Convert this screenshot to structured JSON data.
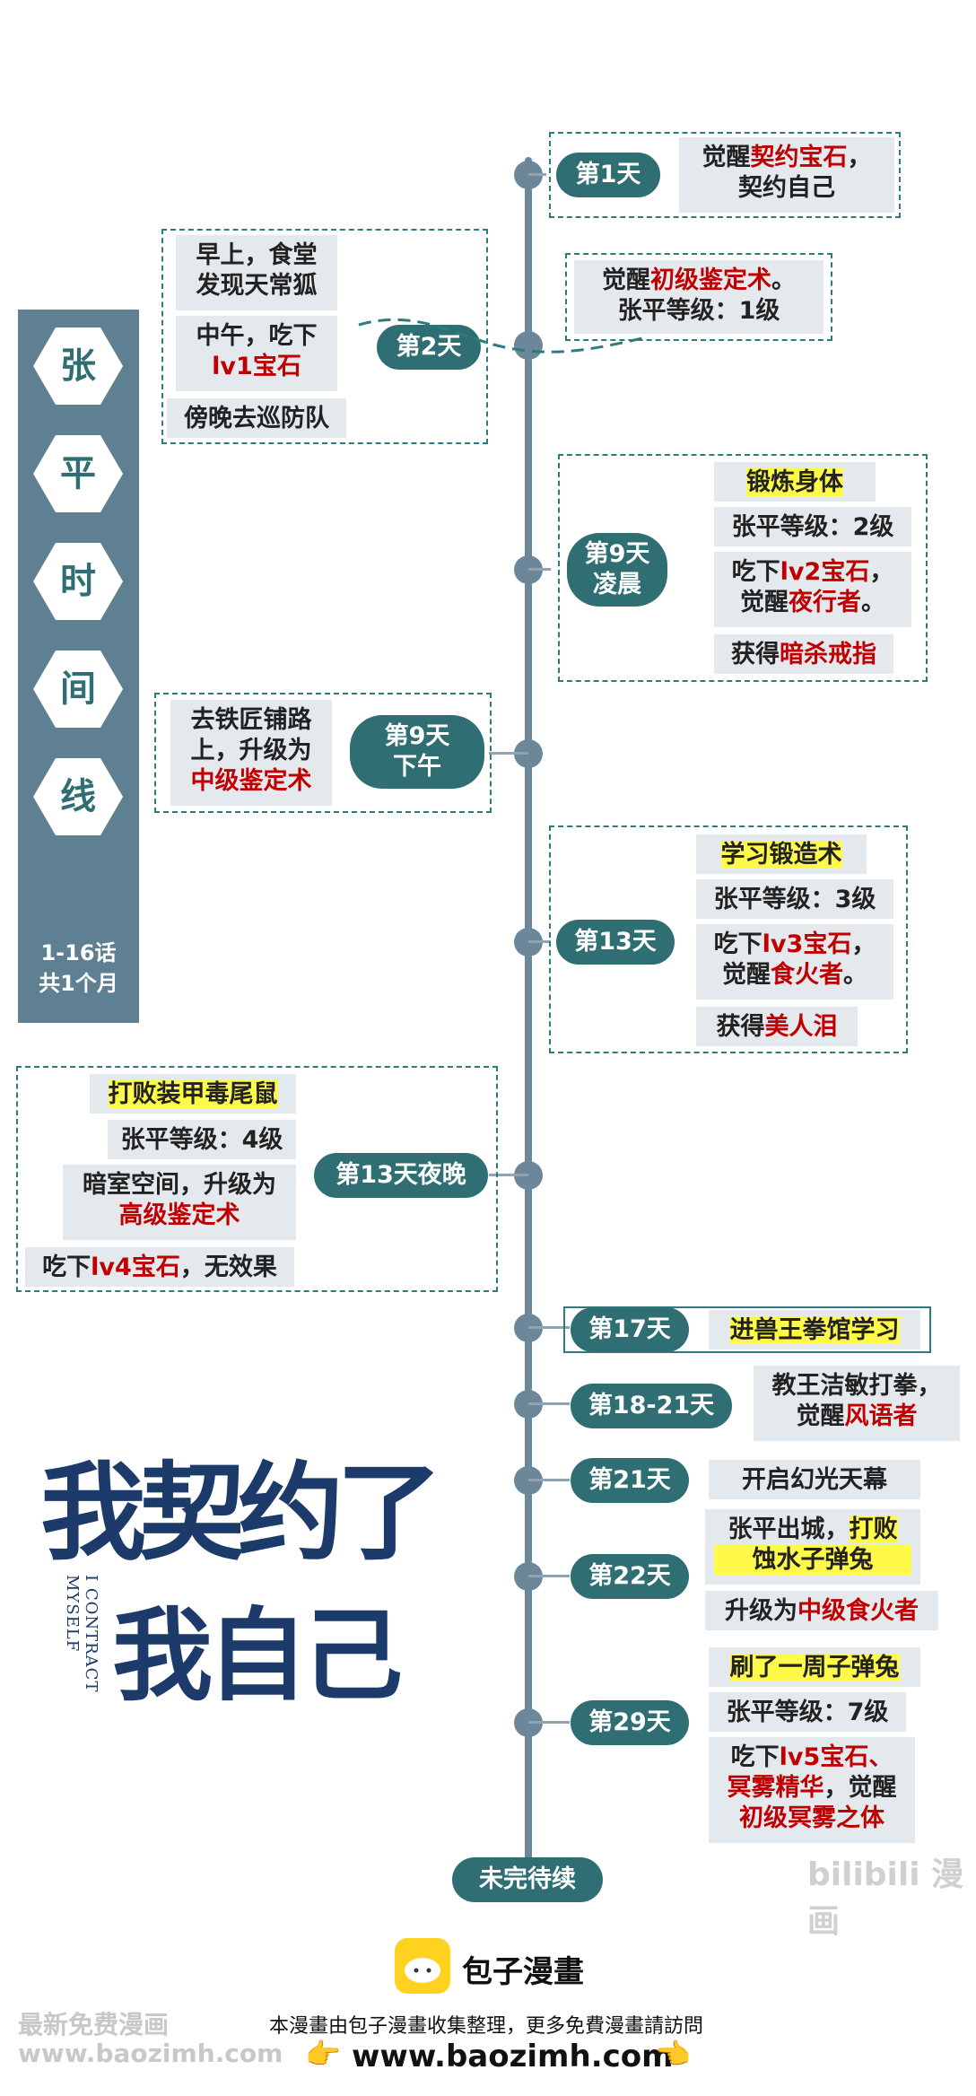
{
  "sidebar": {
    "chars": [
      "张",
      "平",
      "时",
      "间",
      "线"
    ],
    "range": "1-16话",
    "duration": "共1个月"
  },
  "events": {
    "day1": {
      "label": "第1天",
      "line1_a": "觉醒",
      "line1_b": "契约宝石",
      "line1_c": "，",
      "line2": "契约自己"
    },
    "day2": {
      "label": "第2天",
      "left_a": "早上，食堂",
      "left_a2": "发现天常狐",
      "left_b": "中午，吃下",
      "left_b2": "lv1宝石",
      "left_c": "傍晚去巡防队",
      "right_a": "觉醒",
      "right_b": "初级鉴定术",
      "right_c": "。",
      "right_d": "张平等级：1级"
    },
    "day9m": {
      "label1": "第9天",
      "label2": "凌晨",
      "a": "锻炼身体",
      "b": "张平等级：2级",
      "c1": "吃下",
      "c2": "lv2宝石",
      "c3": "，",
      "c4": "觉醒",
      "c5": "夜行者",
      "c6": "。",
      "d1": "获得",
      "d2": "暗杀戒指"
    },
    "day9a": {
      "label1": "第9天",
      "label2": "下午",
      "a": "去铁匠铺路",
      "b": "上，升级为",
      "c": "中级鉴定术"
    },
    "day13": {
      "label": "第13天",
      "a": "学习锻造术",
      "b": "张平等级：3级",
      "c1": "吃下",
      "c2": "lv3宝石",
      "c3": "，",
      "c4": "觉醒",
      "c5": "食火者",
      "c6": "。",
      "d1": "获得",
      "d2": "美人泪"
    },
    "day13n": {
      "label": "第13天夜晚",
      "a": "打败装甲毒尾鼠",
      "b": "张平等级：4级",
      "c1": "暗室空间，升级为",
      "c2": "高级鉴定术",
      "d1": "吃下",
      "d2": "lv4宝石",
      "d3": "，无效果"
    },
    "day17": {
      "label": "第17天",
      "a": "进兽王拳馆学习"
    },
    "day18": {
      "label": "第18-21天",
      "a": "教王洁敏打拳，",
      "b1": "觉醒",
      "b2": "风语者"
    },
    "day21": {
      "label": "第21天",
      "a": "开启幻光天幕"
    },
    "day22": {
      "label": "第22天",
      "a1": "张平出城，",
      "a2": "打败",
      "a3": "蚀水子弹兔",
      "b1": "升级为",
      "b2": "中级食火者"
    },
    "day29": {
      "label": "第29天",
      "a": "刷了一周子弹兔",
      "b": "张平等级：7级",
      "c1": "吃下",
      "c2": "lv5宝石、",
      "c3": "冥雾精华",
      "c4": "，觉醒",
      "c5": "初级冥雾之体"
    },
    "end": "未完待续"
  },
  "logo": {
    "line1": "我契约了",
    "line2": "我自己",
    "en": "I CONTRACT MYSELF"
  },
  "watermark": {
    "bili": "bilibili 漫画"
  },
  "footer": {
    "brand": "包子漫畫",
    "note": "本漫畫由包子漫畫收集整理，更多免費漫畫請訪問",
    "url": "www.baozimh.com",
    "left_wm1": "最新免费漫画",
    "left_wm2": "www.baozimh.com"
  },
  "colors": {
    "accent": "#2f6f73",
    "spine": "#6b8799",
    "red": "#c00000",
    "highlight": "#fff94a"
  }
}
